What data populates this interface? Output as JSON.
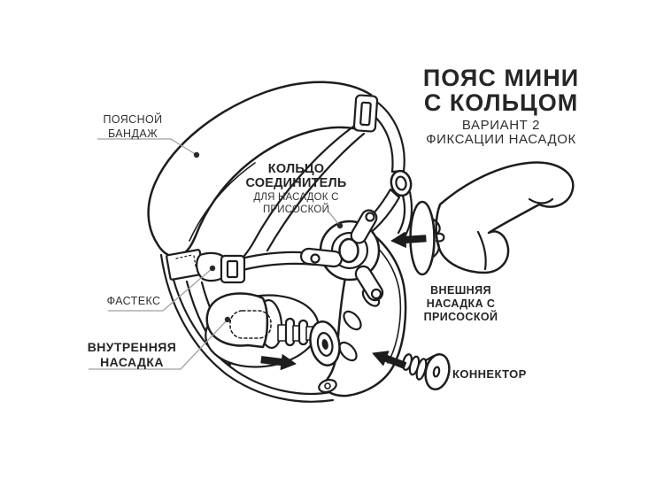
{
  "title": {
    "main_line1": "ПОЯС МИНИ",
    "main_line2": "С КОЛЬЦОМ",
    "sub_line1": "ВАРИАНТ 2",
    "sub_line2": "ФИКСАЦИИ НАСАДОК"
  },
  "labels": {
    "belt_bandage": "ПОЯСНОЙ БАНДАЖ",
    "ring_connector_title": "КОЛЬЦО СОЕДИНИТЕЛЬ",
    "ring_connector_sub": "ДЛЯ НАСАДОК С ПРИСОСКОЙ",
    "fastex": "ФАСТЕКС",
    "internal_attachment": "ВНУТРЕННЯЯ НАСАДКА",
    "external_attachment": "ВНЕШНЯЯ НАСАДКА С ПРИСОСКОЙ",
    "connector": "КОННЕКТОР"
  },
  "colors": {
    "line": "#1d1d1d",
    "leader_line": "#9aa0a4",
    "text": "#2a2a2a",
    "background": "#ffffff"
  },
  "icons": {
    "arrows": [
      "arrow-left-to-ring",
      "arrow-right-insert-internal",
      "arrow-left-connector"
    ]
  }
}
